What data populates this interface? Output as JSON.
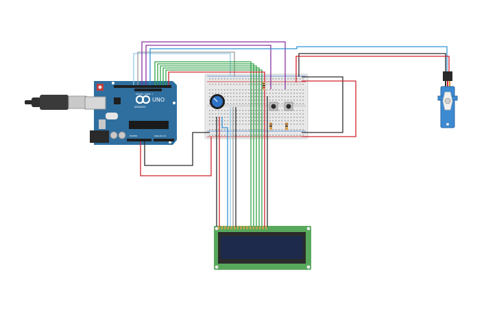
{
  "circuit": {
    "arduino": {
      "board_name": "UNO",
      "brand": "ARDUINO",
      "pin_labels": {
        "digital": "DIGITAL (PWM~)",
        "power": "POWER",
        "analog": "ANALOG IN"
      }
    },
    "colors": {
      "board": "#2f6f9f",
      "breadboard": "#e8e8e8",
      "lcd_pcb": "#58a85c",
      "lcd_screen": "#1d2a4b",
      "servo": "#3d8ad1",
      "wire_red": "#d0202a",
      "wire_black": "#2a2a2a",
      "wire_green": "#2ea043",
      "wire_blue": "#2f93d6",
      "wire_purple": "#8b2f9e",
      "wire_lightblue": "#8fc9e6",
      "wire_gray": "#9a9a9a"
    },
    "components": [
      "arduino-uno",
      "usb-cable",
      "breadboard",
      "potentiometer",
      "push-button",
      "push-button",
      "resistor",
      "resistor",
      "resistor",
      "lcd-16x2",
      "micro-servo"
    ]
  }
}
